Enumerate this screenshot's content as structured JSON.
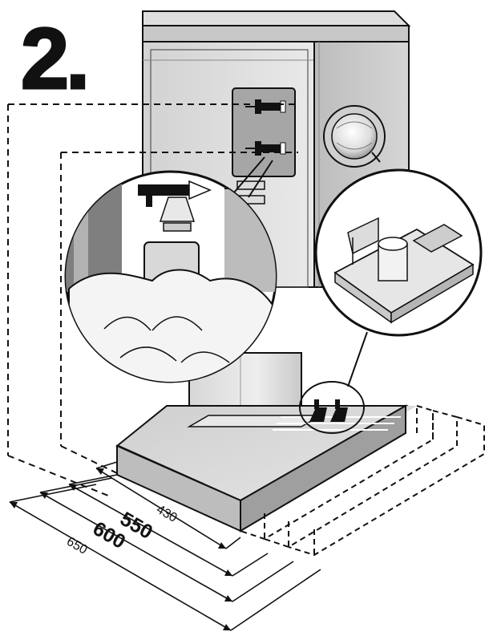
{
  "step": {
    "number": "2."
  },
  "dimensions": {
    "d430": "430",
    "d550": "550",
    "d600": "600",
    "d650": "650"
  },
  "colors": {
    "ink": "#111111",
    "cabinet_light": "#e6e6e6",
    "cabinet_mid": "#cfcfcf",
    "cabinet_dark": "#a9a9a9",
    "hood_front": "#bdbdbd",
    "hood_top": "#d9d9d9"
  }
}
